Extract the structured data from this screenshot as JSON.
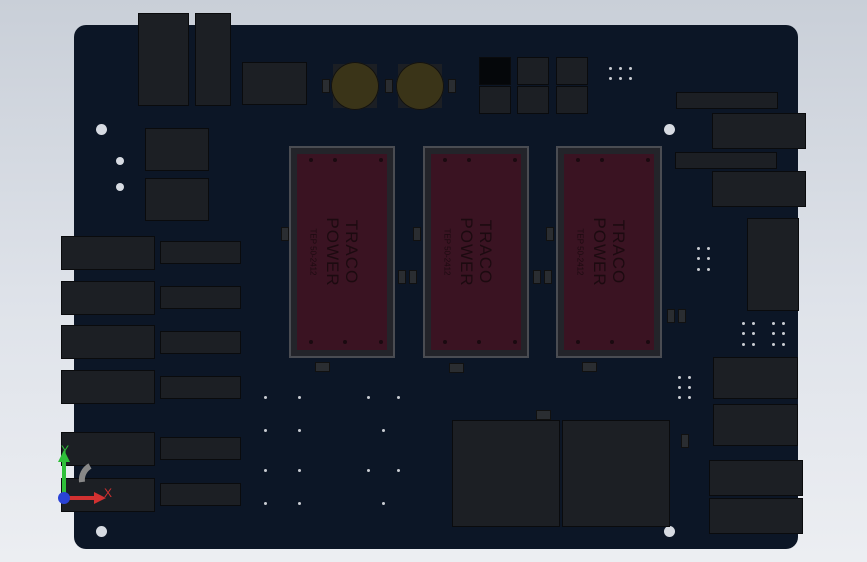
{
  "viewport": {
    "background": "#d8dce4"
  },
  "board": {
    "color": "#0c1626"
  },
  "converters": [
    {
      "brand": "TRACO POWER",
      "model": "TEP 50-2412",
      "color": "#3a1322"
    },
    {
      "brand": "TRACO POWER",
      "model": "TEP 50-2412",
      "color": "#3a1322"
    },
    {
      "brand": "TRACO POWER",
      "model": "TEP 50-2412",
      "color": "#3a1322"
    }
  ],
  "capacitors": {
    "color": "#3a3418",
    "count": 2
  },
  "triad": {
    "y_label": "Y",
    "x_label": "X",
    "y_color": "#2fbf3a",
    "x_color": "#d23131",
    "z_color": "#2a43d6"
  }
}
